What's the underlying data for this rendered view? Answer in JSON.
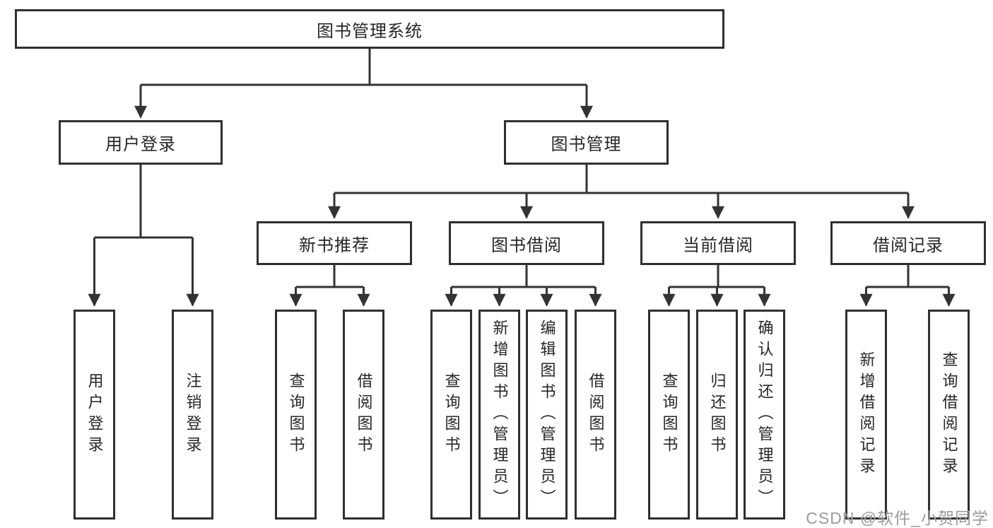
{
  "diagram": {
    "title_node": {
      "label": "图书管理系统"
    },
    "level2": [
      {
        "id": "user-login",
        "label": "用户登录"
      },
      {
        "id": "book-management",
        "label": "图书管理"
      }
    ],
    "level3": [
      {
        "id": "new-book-recommend",
        "label": "新书推荐"
      },
      {
        "id": "book-borrowing",
        "label": "图书借阅"
      },
      {
        "id": "current-borrowing",
        "label": "当前借阅"
      },
      {
        "id": "borrowing-records",
        "label": "借阅记录"
      }
    ],
    "leaves": {
      "user_login": [
        "用户登录",
        "注销登录"
      ],
      "new_book_recommend": [
        "查询图书",
        "借阅图书"
      ],
      "book_borrowing": [
        "查询图书",
        "新增图书（管理员）",
        "编辑图书（管理员）",
        "借阅图书"
      ],
      "current_borrowing": [
        "查询图书",
        "归还图书",
        "确认归还（管理员）"
      ],
      "borrowing_records": [
        "新增借阅记录",
        "查询借阅记录"
      ]
    }
  },
  "watermark": {
    "text": "CSDN @软件_小贺同学"
  },
  "colors": {
    "line": "#333333",
    "box_border": "#2f2f2f",
    "box_background": "#ffffff",
    "text": "#262626",
    "watermark": "#9b9b9b",
    "page_background": "#ffffff"
  }
}
